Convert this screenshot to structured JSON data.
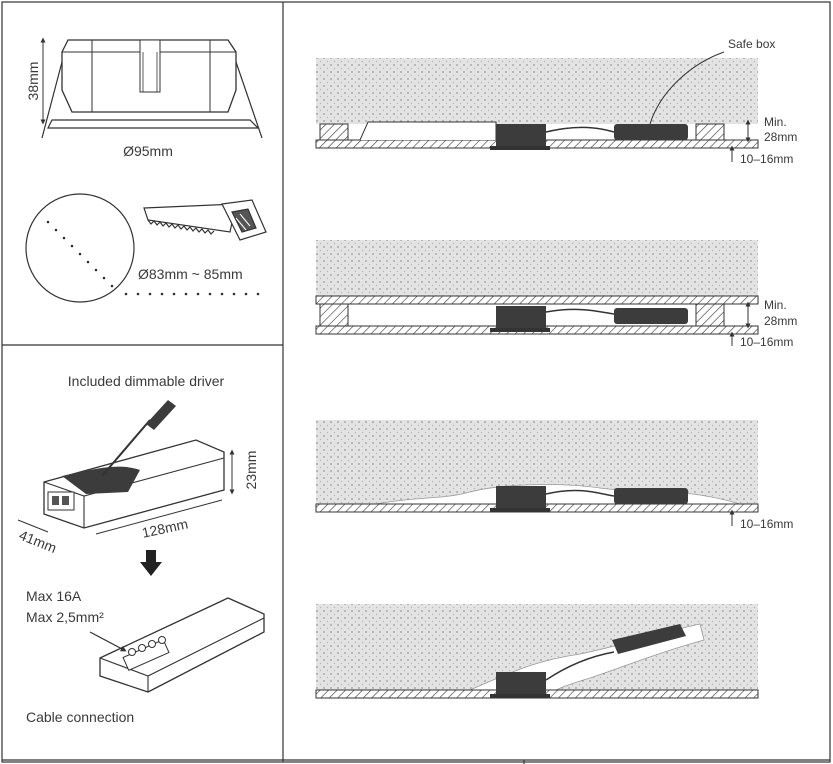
{
  "dimensions": {
    "height": "38mm",
    "diameter": "Ø95mm",
    "cutout": "Ø83mm ~ 85mm"
  },
  "driver": {
    "title": "Included dimmable driver",
    "height": "23mm",
    "width": "41mm",
    "length": "128mm",
    "max_current": "Max 16A",
    "max_section": "Max 2,5mm²",
    "caption": "Cable connection"
  },
  "install": {
    "safe_box": "Safe box",
    "min_label": "Min.",
    "min_depth": "28mm",
    "ceiling_thickness": "10–16mm"
  },
  "colors": {
    "line": "#333333",
    "insulation": "#dcdcdc",
    "driver_body": "#3c3c3c"
  }
}
